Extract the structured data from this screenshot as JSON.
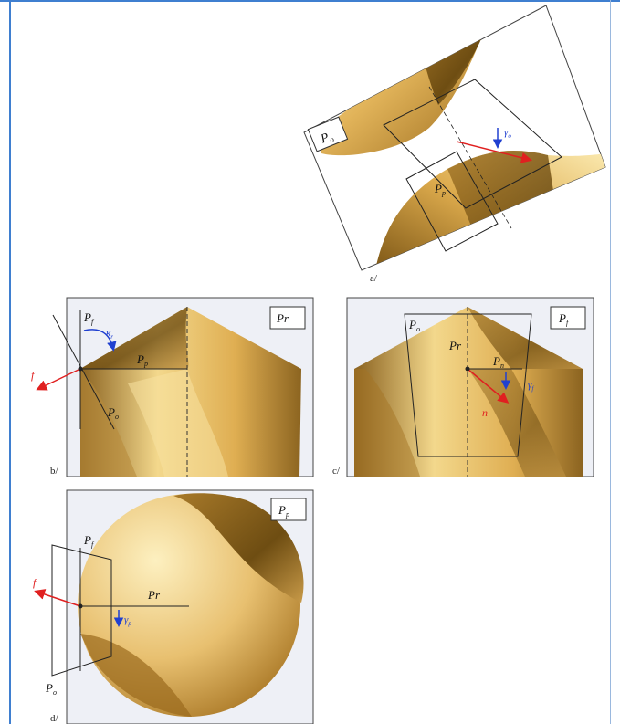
{
  "panels": {
    "a": {
      "caption": "a/",
      "box_label": "P",
      "box_label_sub": "o",
      "label_pp": "P",
      "label_pp_sub": "p",
      "label_gamma": "γ",
      "label_gamma_sub": "o"
    },
    "b": {
      "caption": "b/",
      "box_label": "Pr",
      "label_pf": "P",
      "label_pf_sub": "f",
      "label_kappa": "κ",
      "label_kappa_sub": "r",
      "label_pp": "P",
      "label_pp_sub": "p",
      "label_po": "P",
      "label_po_sub": "o",
      "label_f": "f"
    },
    "c": {
      "caption": "c/",
      "box_label": "P",
      "box_label_sub": "f",
      "label_po": "P",
      "label_po_sub": "o",
      "label_pr": "Pr",
      "label_pn": "P",
      "label_pn_sub": "n",
      "label_gamma": "γ",
      "label_gamma_sub": "f",
      "label_n": "n"
    },
    "d": {
      "caption": "d/",
      "box_label": "P",
      "box_label_sub": "p",
      "label_pf": "P",
      "label_pf_sub": "f",
      "label_pr": "Pr",
      "label_gamma": "γ",
      "label_gamma_sub": "p",
      "label_f": "f",
      "label_po": "P",
      "label_po_sub": "o"
    }
  },
  "colors": {
    "gold_light": "#f8e3a0",
    "gold_mid": "#d9a64a",
    "gold_dark": "#6e4d12",
    "frame_blue": "#3f7fd0",
    "arrow_red": "#e02020",
    "angle_blue": "#2040d0"
  }
}
